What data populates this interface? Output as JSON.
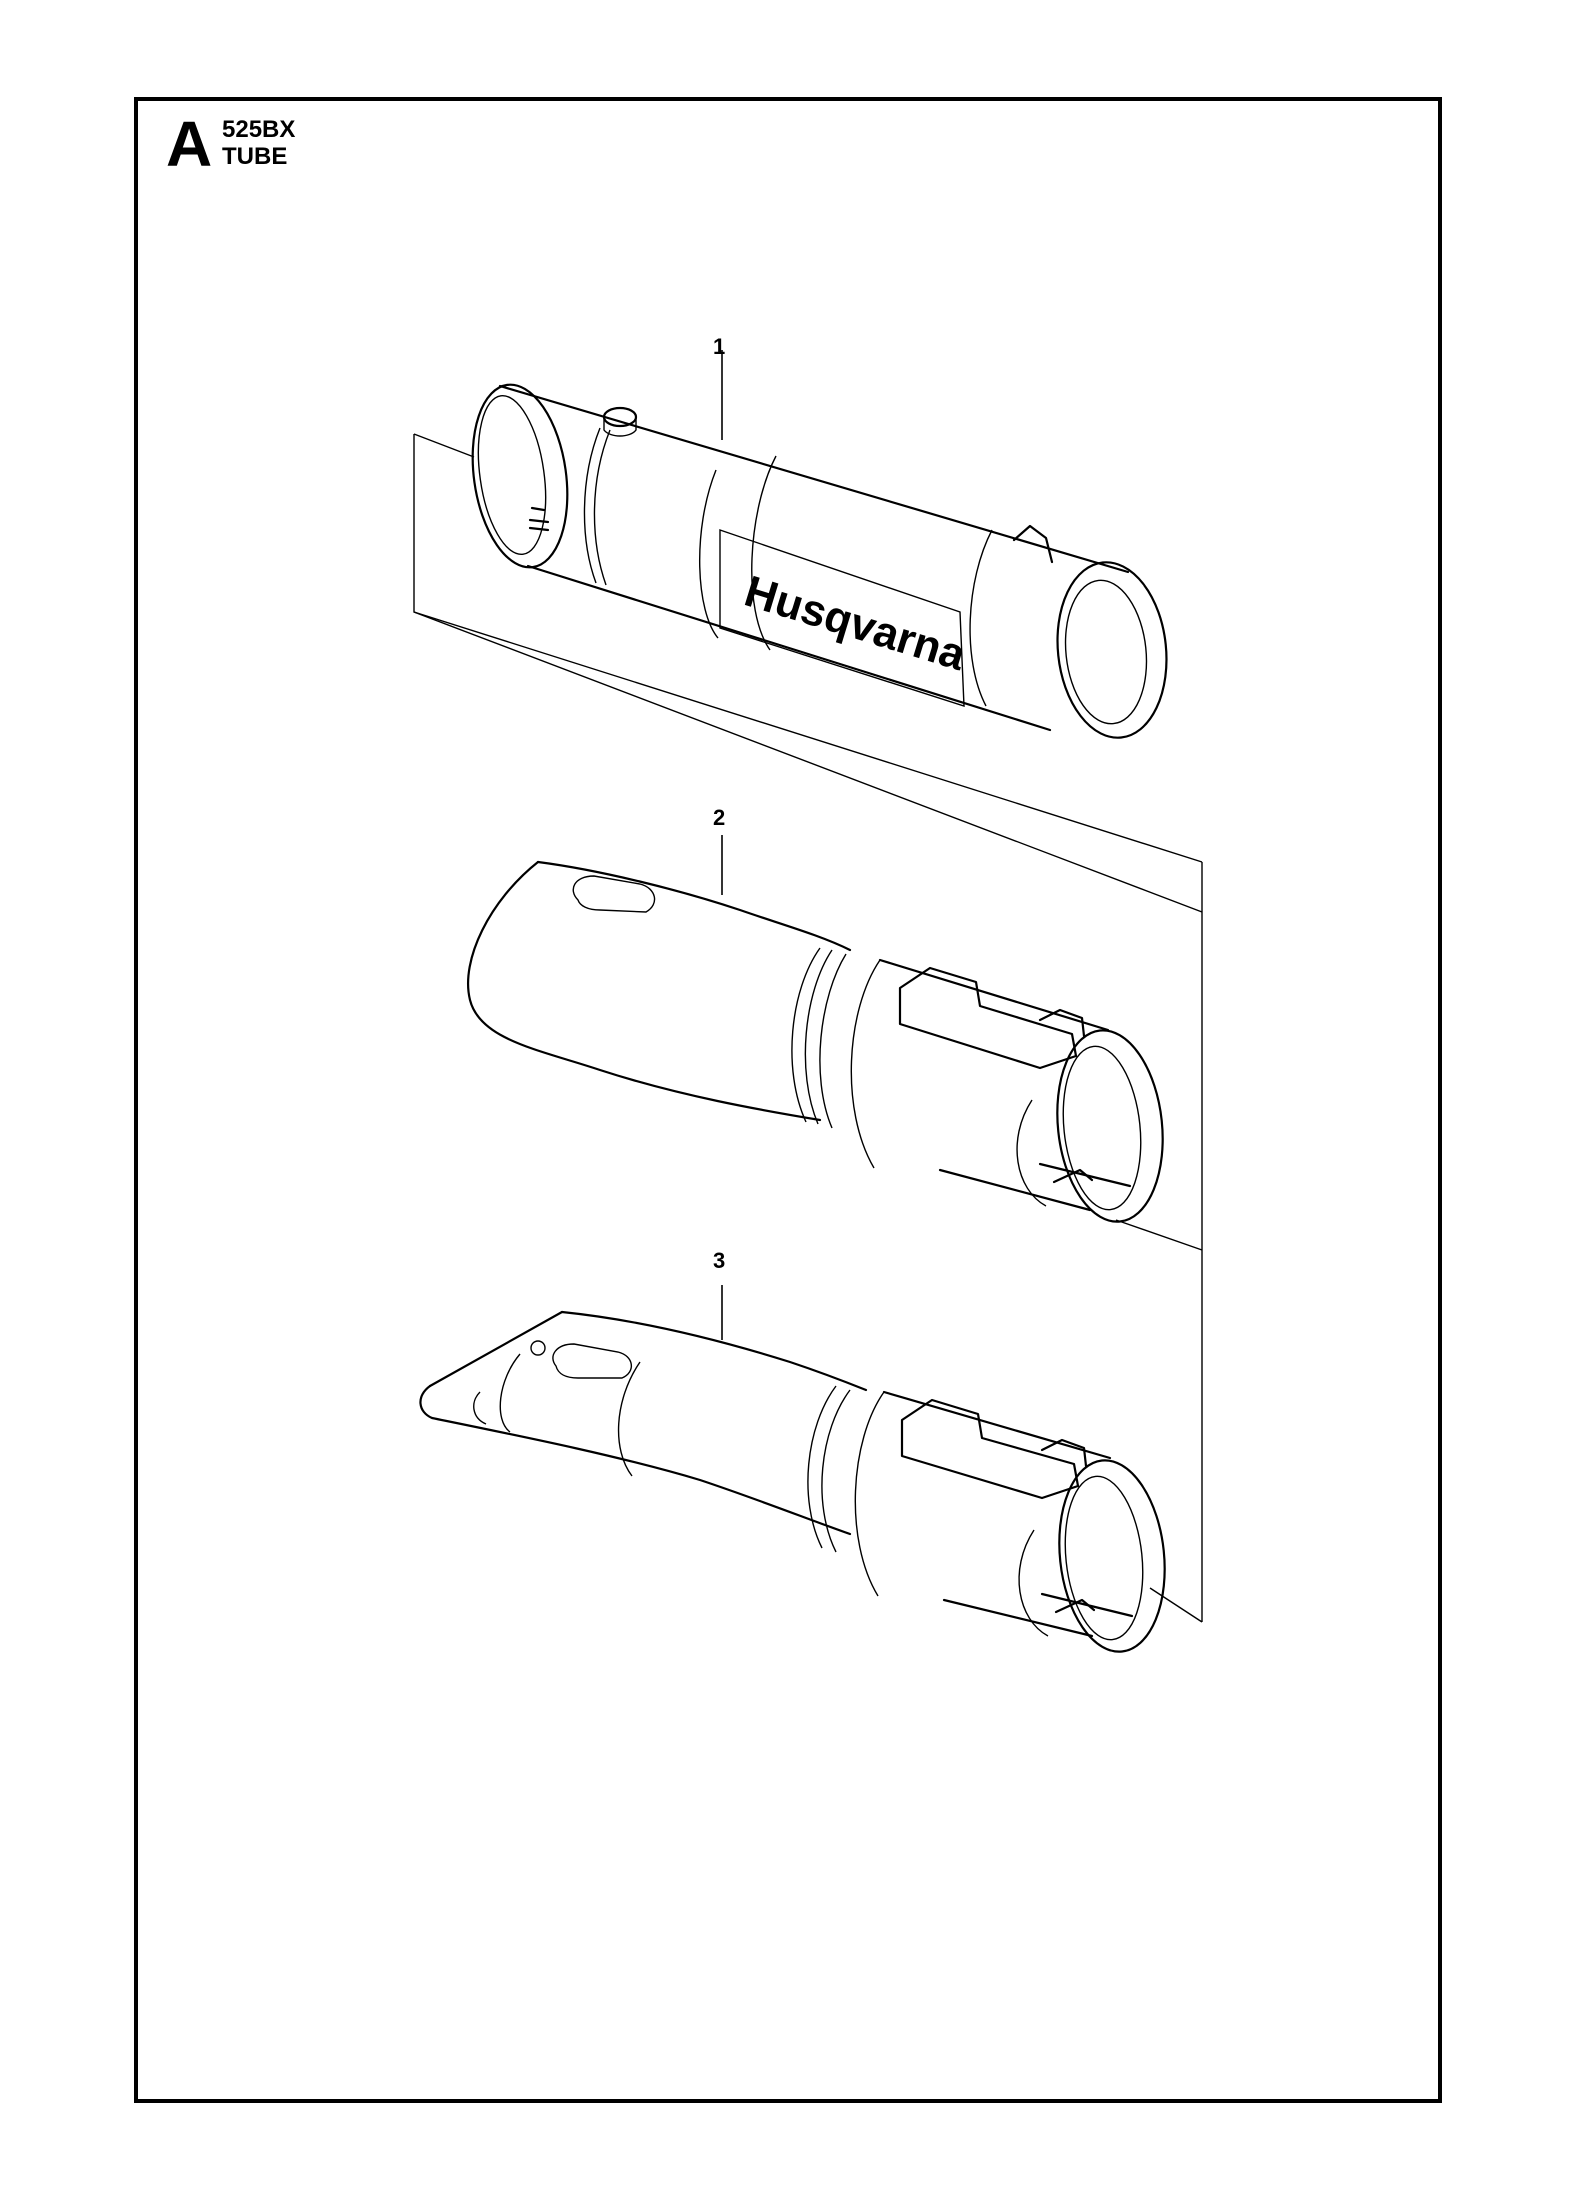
{
  "header": {
    "section_letter": "A",
    "model": "525BX",
    "group": "TUBE"
  },
  "parts": [
    {
      "callout": "1",
      "brand_text": "Husqvarna"
    },
    {
      "callout": "2"
    },
    {
      "callout": "3"
    }
  ]
}
